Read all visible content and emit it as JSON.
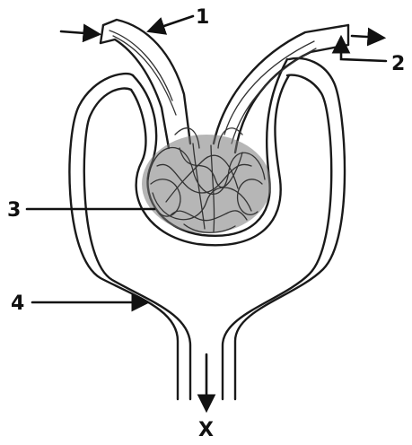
{
  "diagram": {
    "labels": {
      "l1": "1",
      "l2": "2",
      "l3": "3",
      "l4": "4",
      "x": "X"
    }
  }
}
